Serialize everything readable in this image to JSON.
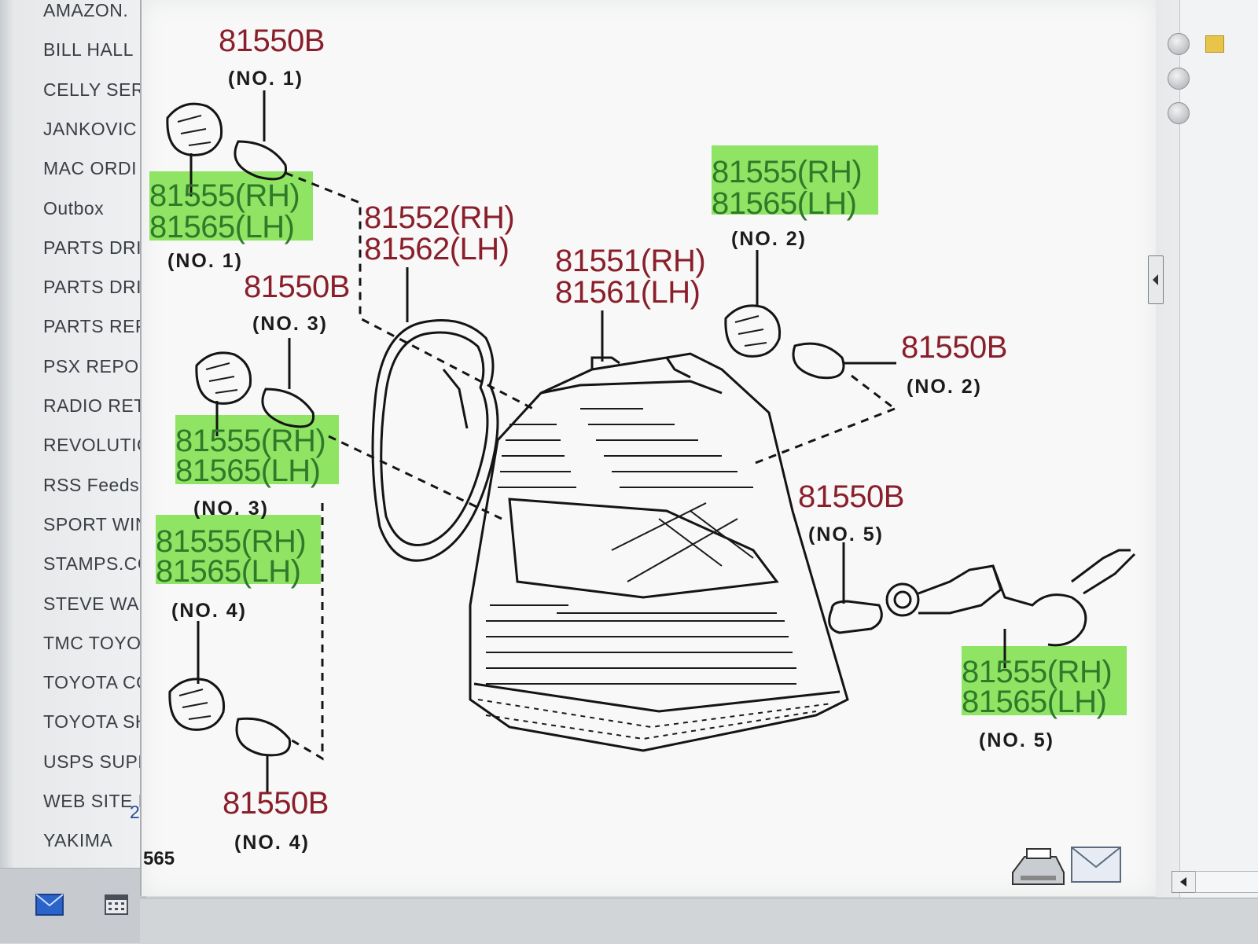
{
  "sidebar": {
    "folders": [
      "AMAZON.",
      "BILL HALL",
      "CELLY SERV",
      "JANKOVIC",
      "MAC ORDI",
      "Outbox",
      "PARTS DRIV",
      "PARTS DRIV",
      "PARTS REP",
      "PSX REPOR",
      "RADIO RET",
      "REVOLUTIO",
      "RSS Feeds",
      "SPORT WIN",
      "STAMPS.CO",
      "STEVE WAR",
      "TMC TOYO",
      "TOYOTA CO",
      "TOYOTA SH",
      "USPS SUPP",
      "WEB SITE E",
      "YAKIMA"
    ],
    "yakima_count": "2",
    "icons": {
      "mail": "mail-icon",
      "calendar": "calendar-icon"
    }
  },
  "diagram": {
    "page_number": "565",
    "labels": {
      "bulb_no1": "81550B",
      "bulb_no1_pos": "(NO. 1)",
      "socket_no1_rh": "81555(RH)",
      "socket_no1_lh": "81565(LH)",
      "socket_no1_pos": "(NO. 1)",
      "gasket_rh": "81552(RH)",
      "gasket_lh": "81562(LH)",
      "bulb_no3": "81550B",
      "bulb_no3_pos": "(NO. 3)",
      "socket_no3_rh": "81555(RH)",
      "socket_no3_lh": "81565(LH)",
      "socket_no3_pos": "(NO. 3)",
      "socket_no4_rh": "81555(RH)",
      "socket_no4_lh": "81565(LH)",
      "socket_no4_pos": "(NO. 4)",
      "bulb_no4": "81550B",
      "bulb_no4_pos": "(NO. 4)",
      "lamp_rh": "81551(RH)",
      "lamp_lh": "81561(LH)",
      "socket_no2_rh": "81555(RH)",
      "socket_no2_lh": "81565(LH)",
      "socket_no2_pos": "(NO. 2)",
      "bulb_no2": "81550B",
      "bulb_no2_pos": "(NO. 2)",
      "bulb_no5": "81550B",
      "bulb_no5_pos": "(NO. 5)",
      "socket_no5_rh": "81555(RH)",
      "socket_no5_lh": "81565(LH)",
      "socket_no5_pos": "(NO. 5)"
    },
    "highlight_color": "#7ee04a"
  },
  "toolbar_icons": [
    "printer-icon",
    "envelope-icon"
  ],
  "colors": {
    "part_number": "#8a1f2b",
    "highlighted_text": "#2f7a2a"
  }
}
